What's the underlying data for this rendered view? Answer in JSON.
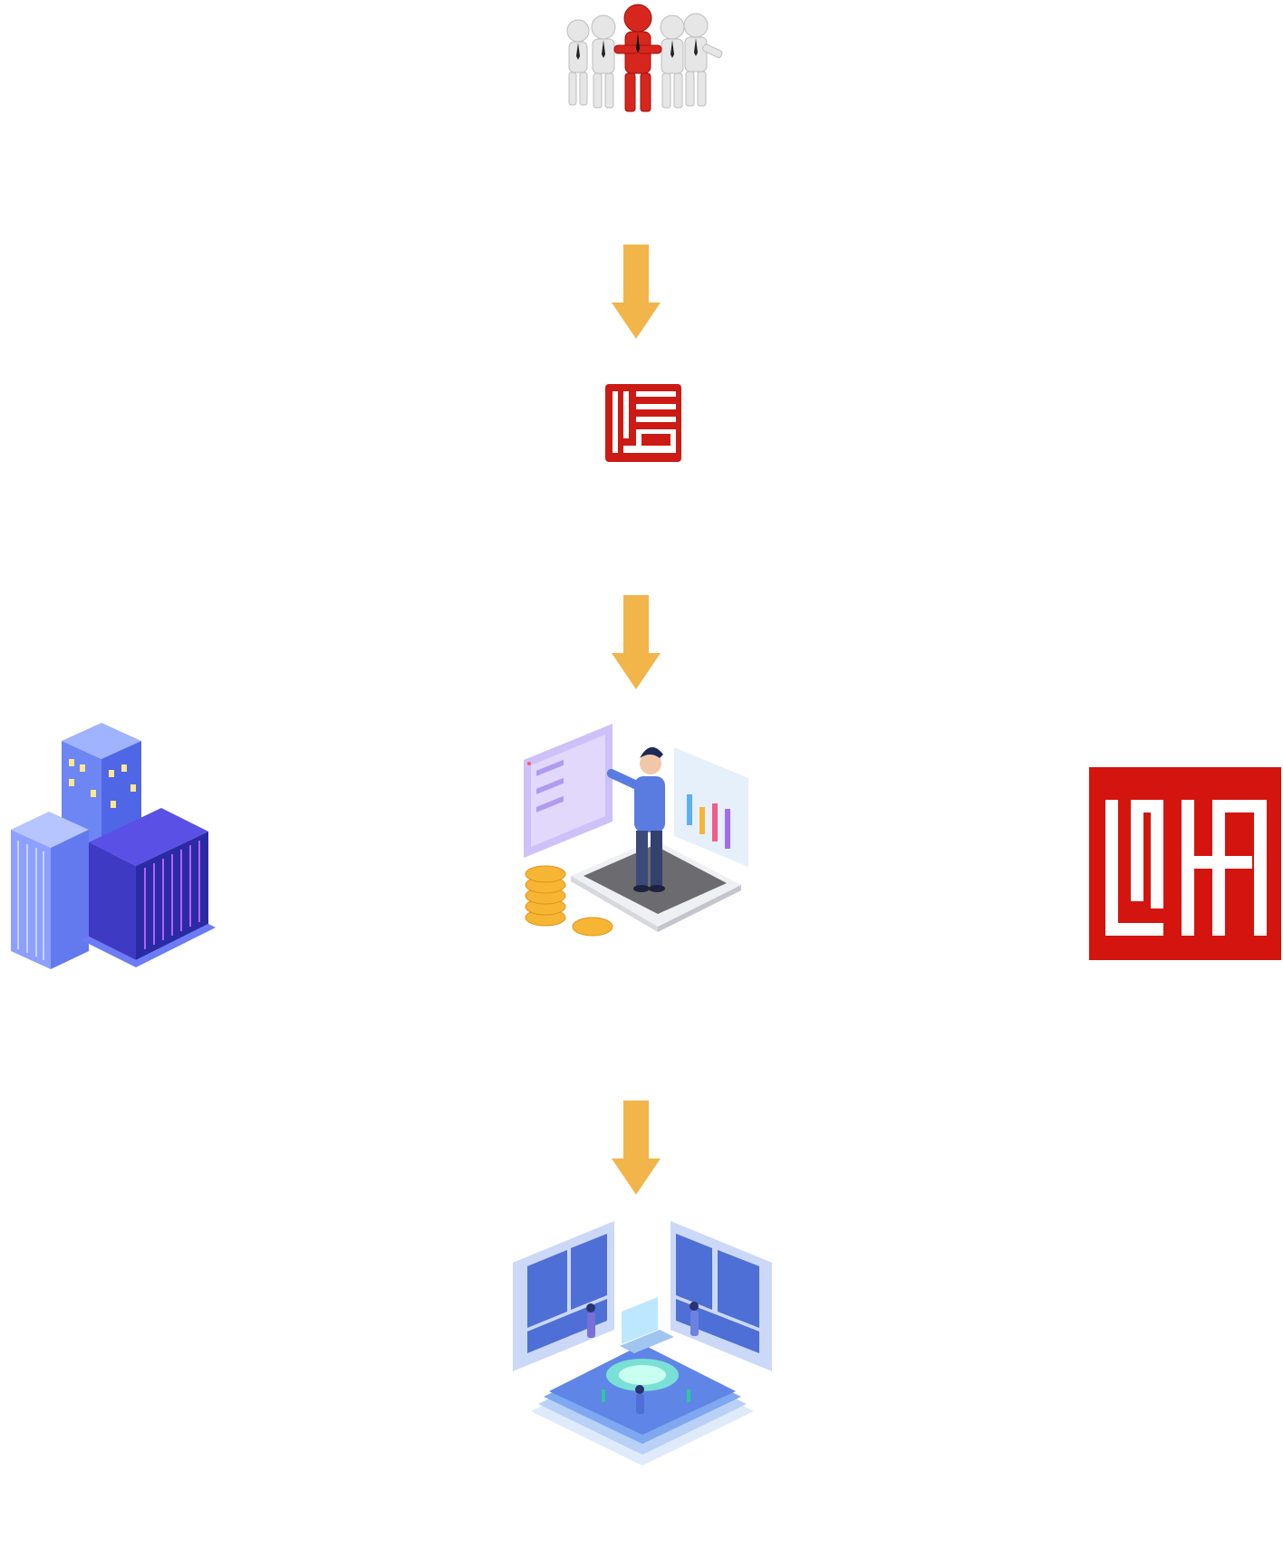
{
  "diagram": {
    "nodes": [
      {
        "id": "team",
        "icon": "business-team-icon"
      },
      {
        "id": "credit-seal",
        "icon": "xin-seal-icon",
        "seal_text": "信"
      },
      {
        "id": "buildings",
        "icon": "office-buildings-icon"
      },
      {
        "id": "analyst",
        "icon": "data-analyst-icon"
      },
      {
        "id": "seal-right",
        "icon": "red-seal-icon"
      },
      {
        "id": "datacenter",
        "icon": "data-center-icon"
      }
    ],
    "arrows": [
      {
        "from": "team",
        "to": "credit-seal"
      },
      {
        "from": "credit-seal",
        "to": "analyst"
      },
      {
        "from": "analyst",
        "to": "datacenter"
      }
    ],
    "colors": {
      "arrow": "#F2B54A",
      "seal_red": "#CC1A14",
      "building_blue": "#6D6BF2",
      "analyst_purple": "#B7A6F2",
      "coin_gold": "#F7B534"
    }
  }
}
